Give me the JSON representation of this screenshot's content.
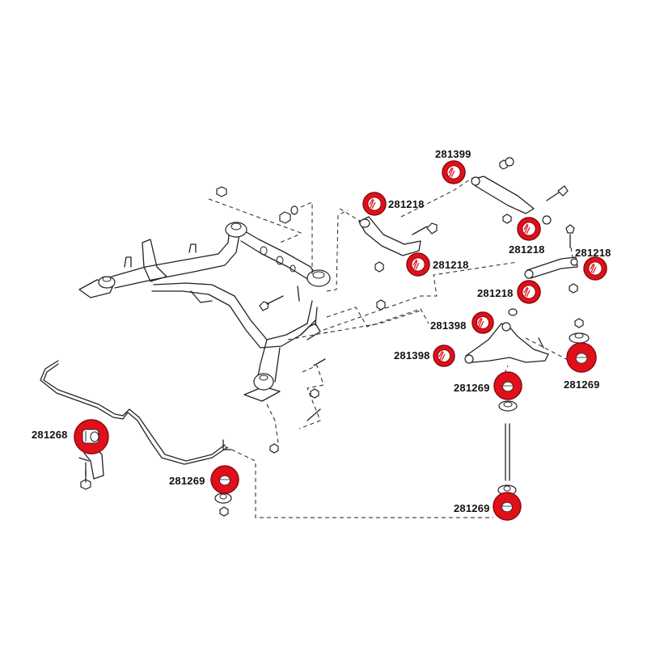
{
  "diagram": {
    "title": "Rear suspension bushing kit exploded view",
    "bushing_color": "#e0101a",
    "bushing_ring_color": "#8a0a10",
    "line_color": "#222222"
  },
  "callouts": [
    {
      "id": "c1",
      "part_number": "281399"
    },
    {
      "id": "c2",
      "part_number": "281218"
    },
    {
      "id": "c3",
      "part_number": "281218"
    },
    {
      "id": "c4",
      "part_number": "281218"
    },
    {
      "id": "c5",
      "part_number": "281218"
    },
    {
      "id": "c6",
      "part_number": "281218"
    },
    {
      "id": "c7",
      "part_number": "281398"
    },
    {
      "id": "c8",
      "part_number": "281398"
    },
    {
      "id": "c9",
      "part_number": "281269"
    },
    {
      "id": "c10",
      "part_number": "281269"
    },
    {
      "id": "c11",
      "part_number": "281268"
    },
    {
      "id": "c12",
      "part_number": "281269"
    },
    {
      "id": "c13",
      "part_number": "281269"
    }
  ]
}
